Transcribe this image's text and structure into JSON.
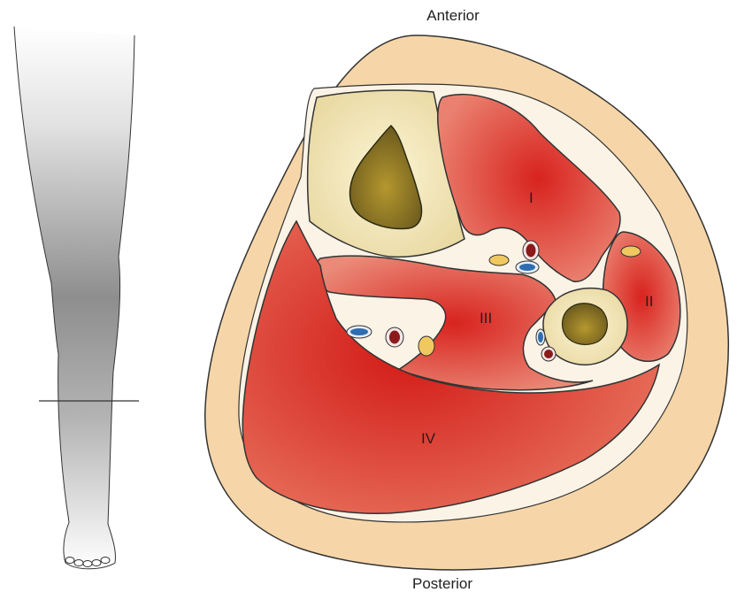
{
  "orientation": {
    "top": "Anterior",
    "bottom": "Posterior"
  },
  "compartments": {
    "c1": "I",
    "c2": "II",
    "c3": "III",
    "c4": "IV"
  },
  "colors": {
    "skin_fat": "#f6d6a8",
    "muscle": "#d8352c",
    "bone": "#f0e2b0",
    "marrow": "#8a7426",
    "artery": "#8b1a1a",
    "vein": "#2f6db0",
    "nerve": "#f0c860"
  }
}
